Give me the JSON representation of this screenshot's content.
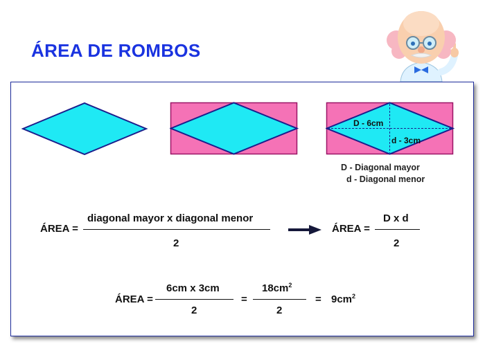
{
  "title": "ÁREA DE ROMBOS",
  "diagram": {
    "diag_major_label": "D - 6cm",
    "diag_minor_label": "d - 3cm",
    "legend_major": "D - Diagonal mayor",
    "legend_minor": "d - Diagonal menor"
  },
  "formula1": {
    "lhs": "ÁREA =",
    "numerator": "diagonal mayor x diagonal menor",
    "denominator": "2"
  },
  "formula2": {
    "lhs": "ÁREA =",
    "numerator": "D x d",
    "denominator": "2"
  },
  "formula3": {
    "lhs": "ÁREA =",
    "num1": "6cm x 3cm",
    "den1": "2",
    "eq1": "=",
    "num2_base": "18cm",
    "num2_exp": "2",
    "den2": "2",
    "eq2": "=",
    "result_base": "9cm",
    "result_exp": "2"
  },
  "colors": {
    "title": "#1a33e0",
    "rhombus_fill": "#1fe9f4",
    "rectangle_fill": "#f572b6",
    "outline": "#1b1e8c",
    "border": "#1d2c9c"
  },
  "icons": {
    "mascot": "professor-mascot-icon",
    "arrow": "arrow-right-icon"
  }
}
